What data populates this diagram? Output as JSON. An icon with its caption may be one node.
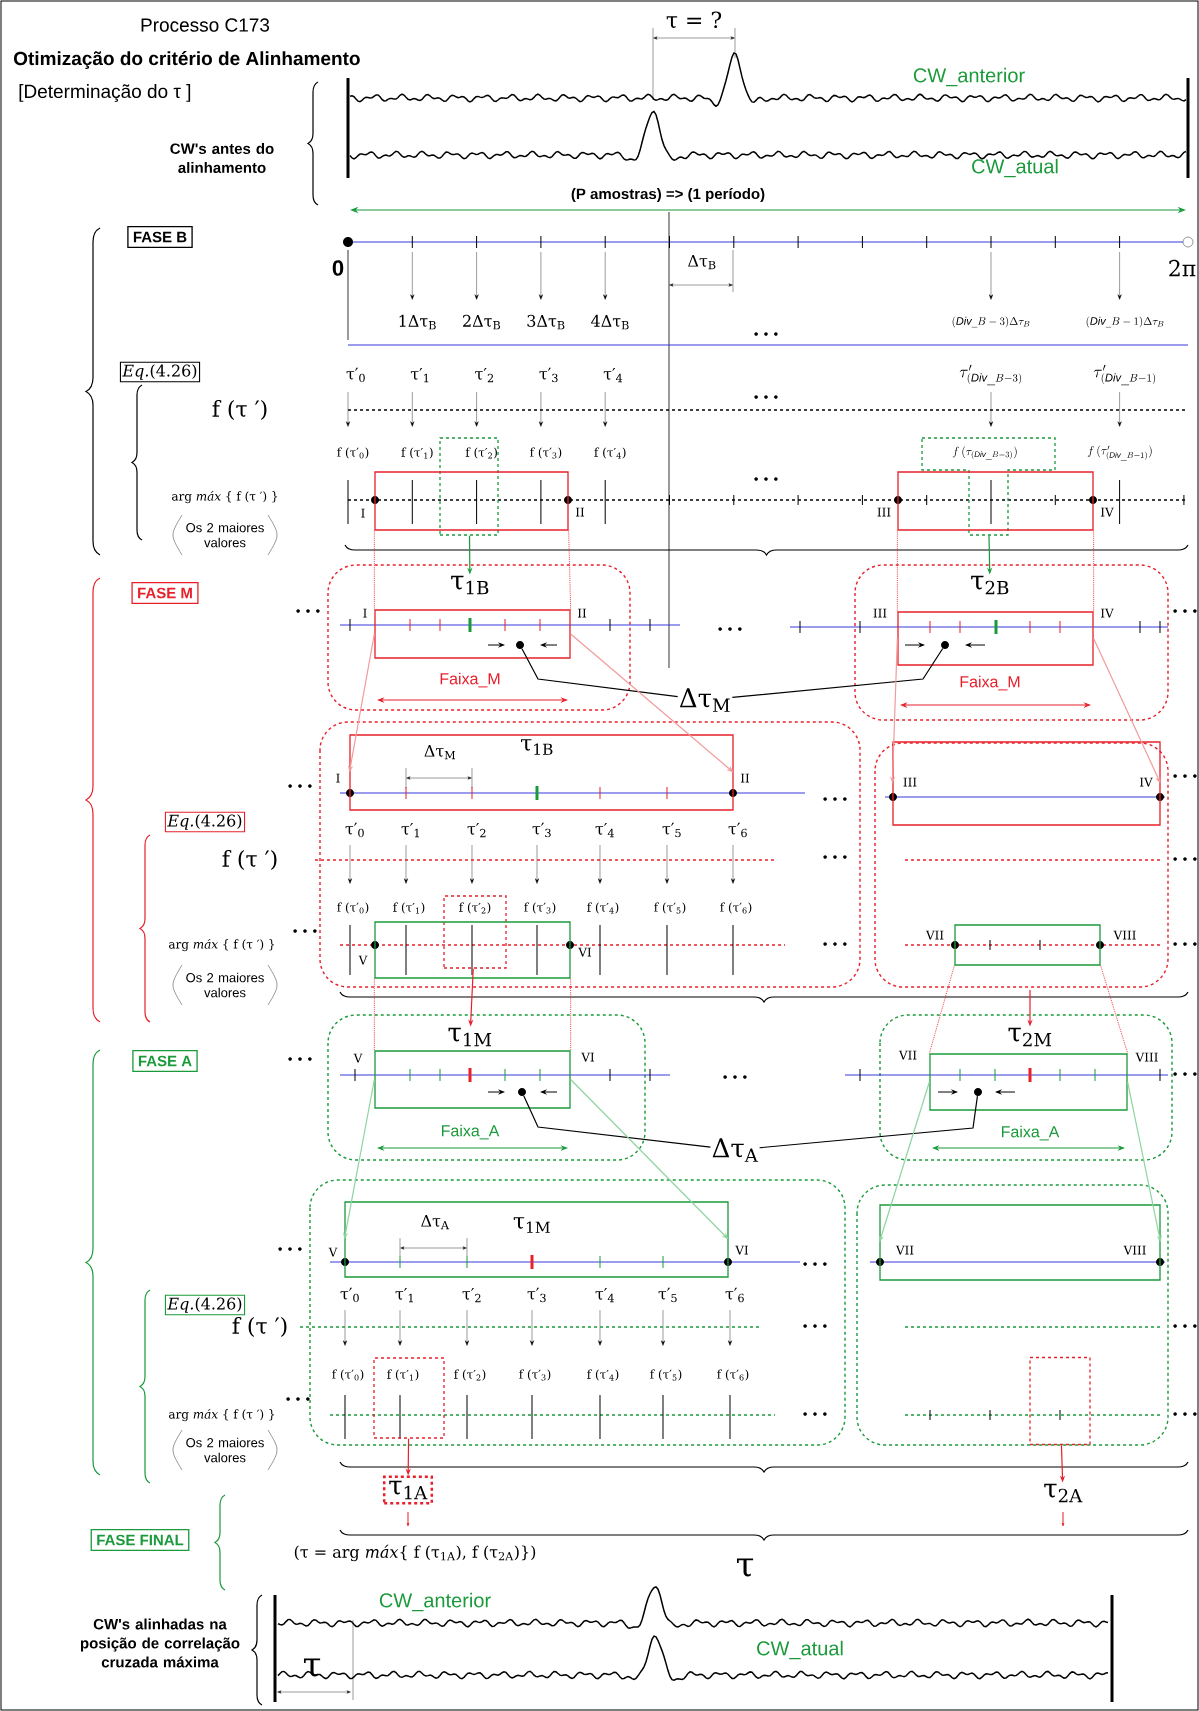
{
  "diagram": {
    "title": "Otimização do critério de Alinhamento",
    "nodes": [
      {
        "text": [
          "FASE B"
        ]
      },
      {
        "text": [
          "*Eq.*(4.26)"
        ]
      },
      {
        "text": [],
        "shape": "box"
      },
      {
        "text": [],
        "shape": "box"
      },
      {
        "text": [
          "τ$_{1B}$"
        ]
      },
      {
        "text": [
          "τ$_{2B}$"
        ]
      },
      {
        "text": [
          "FASE M"
        ]
      },
      {
        "text": [
          "Δτ$_{M}$"
        ]
      },
      {
        "text": [
          "*Eq.*(4.26)"
        ]
      },
      {
        "text": [],
        "shape": "box"
      },
      {
        "text": [
          "τ$_{1M}$"
        ]
      },
      {
        "text": [
          "τ$_{2M}$"
        ]
      },
      {
        "text": [
          "FASE A"
        ]
      },
      {
        "text": [
          "Δτ$_{A}$"
        ]
      },
      {
        "text": [
          "*Eq.*(4.26)"
        ]
      },
      {
        "text": [],
        "shape": "box"
      },
      {
        "text": [],
        "shape": "box"
      },
      {
        "text": [
          "τ$_{1A}$"
        ]
      },
      {
        "text": [
          "τ$_{2A}$"
        ]
      },
      {
        "text": [
          "FASE FINAL"
        ]
      },
      {
        "text": [],
        "shape": "box"
      },
      {
        "text": [],
        "shape": "box"
      },
      {
        "text": [],
        "shape": "box"
      },
      {
        "text": [],
        "shape": "box"
      },
      {
        "text": [],
        "shape": "box"
      },
      {
        "text": [],
        "shape": "box"
      },
      {
        "text": [],
        "shape": "box"
      },
      {
        "text": [],
        "shape": "box"
      },
      {
        "text": [],
        "shape": "box"
      },
      {
        "text": [],
        "shape": "box"
      },
      {
        "text": [],
        "shape": "box"
      },
      {
        "text": [],
        "shape": "box"
      },
      {
        "text": [],
        "shape": "circle",
        "in": 22
      },
      {
        "text": [],
        "shape": "circle",
        "in": 23
      },
      {
        "text": [],
        "shape": "circle",
        "in": 28
      },
      {
        "text": [],
        "shape": "circle",
        "in": 29
      }
    ],
    "edges": [
      {
        "from": 2,
        "to": 4,
        "arrow": "to",
        "color": "#1a9a3a"
      },
      {
        "from": 3,
        "to": 5,
        "arrow": "to",
        "color": "#1a9a3a"
      },
      {
        "from": 7,
        "to": 32,
        "arrow": "none",
        "color": "#000000"
      },
      {
        "from": 7,
        "to": 33,
        "arrow": "none",
        "color": "#000000"
      },
      {
        "from": 9,
        "to": 10,
        "arrow": "to",
        "color": "#e8202a"
      },
      {
        "from": null,
        "to": 11,
        "arrow": "to",
        "color": "#e8202a"
      },
      {
        "from": 13,
        "to": 34,
        "arrow": "none",
        "color": "#000000"
      },
      {
        "from": 13,
        "to": 35,
        "arrow": "none",
        "color": "#000000"
      },
      {
        "from": 15,
        "to": 17,
        "arrow": "to",
        "color": "#e8202a"
      },
      {
        "from": 16,
        "to": 18,
        "arrow": "to",
        "color": "#e8202a"
      },
      {
        "from": 20,
        "to": 22,
        "arrow": "none",
        "style": "dashed",
        "color": "#e8202a"
      },
      {
        "from": 20,
        "to": 22,
        "arrow": "none",
        "style": "dashed",
        "color": "#e8202a"
      },
      {
        "from": 21,
        "to": 23,
        "arrow": "none",
        "style": "dashed",
        "color": "#e8202a"
      },
      {
        "from": 21,
        "to": 23,
        "arrow": "none",
        "style": "dashed",
        "color": "#e8202a"
      },
      {
        "from": 22,
        "to": 24,
        "arrow": "to",
        "color": "#f29a9a"
      },
      {
        "from": 22,
        "to": 24,
        "arrow": "to",
        "color": "#f29a9a"
      },
      {
        "from": 23,
        "to": 25,
        "arrow": "to",
        "color": "#f29a9a"
      },
      {
        "from": 23,
        "to": 25,
        "arrow": "to",
        "color": "#f29a9a"
      },
      {
        "from": 26,
        "to": 28,
        "arrow": "none",
        "style": "dashed",
        "color": "#e8202a"
      },
      {
        "from": 26,
        "to": 28,
        "arrow": "none",
        "style": "dashed",
        "color": "#e8202a"
      },
      {
        "from": 27,
        "to": 29,
        "arrow": "none",
        "style": "dashed",
        "color": "#e8202a"
      },
      {
        "from": 27,
        "to": 29,
        "arrow": "none",
        "style": "dashed",
        "color": "#e8202a"
      },
      {
        "from": 28,
        "to": 30,
        "arrow": "to",
        "color": "#8fd4a0"
      },
      {
        "from": 28,
        "to": 30,
        "arrow": "to",
        "color": "#8fd4a0"
      },
      {
        "from": 29,
        "to": 31,
        "arrow": "to",
        "color": "#8fd4a0"
      },
      {
        "from": 29,
        "to": 31,
        "arrow": "to",
        "color": "#8fd4a0"
      }
    ],
    "labels": [
      "Processo C173",
      "[Determinação do τ ]",
      "τ = ?",
      "CW_anterior",
      "CW's antes do alinhamento",
      "CW_atual",
      "(P amostras) => (1 período)",
      "0",
      "Δτ$_{B}$",
      "2π",
      "1Δτ$_{B}$",
      "2Δτ$_{B}$",
      "3Δτ$_{B}$",
      "4Δτ$_{B}$",
      "• • •",
      "(\\mathit{Div}\\_B-3)\\Delta\\tau_{B}",
      "(\\mathit{Div}\\_B-1)\\Delta\\tau_{B}",
      "τ′$_{0}$",
      "τ′$_{1}$",
      "τ′$_{2}$",
      "τ′$_{3}$",
      "τ′$_{4}$",
      "\\tau'_{(\\mathit{Div}\\_B-3)}",
      "\\tau'_{(\\mathit{Div}\\_B-1)}",
      "• • •",
      "f (τ ′)",
      "f (τ′$_{0}$)",
      "f (τ′$_{1}$)",
      "f (τ′$_{2}$)",
      "f (τ′$_{3}$)",
      "f (τ′$_{4}$)",
      "f\\,(\\tau_{(\\mathit{Div}\\_B-3)})",
      "f\\,(\\tau'_{(\\mathit{Div}\\_B-1)})",
      "• • •",
      "arg *máx* { f (τ ′) }",
      "I",
      "II",
      "III",
      "IV",
      "Os 2 maiores valores",
      "• • •",
      "I",
      "II",
      "Faixa_M",
      "• • •",
      "III",
      "IV",
      "• • •",
      "Faixa_M",
      "• • •",
      "I",
      "Δτ$_{M}$",
      "τ$_{1B}$",
      "II",
      "• • •",
      "III",
      "IV",
      "• • •",
      "τ′$_{0}$",
      "τ′$_{1}$",
      "τ′$_{2}$",
      "τ′$_{3}$",
      "τ′$_{4}$",
      "τ′$_{5}$",
      "τ′$_{6}$",
      "f (τ ′)",
      "• • •",
      "• • •",
      "f (τ′$_{0}$)",
      "f (τ′$_{1}$)",
      "f (τ′$_{2}$)",
      "f (τ′$_{3}$)",
      "f (τ′$_{4}$)",
      "f (τ′$_{5}$)",
      "f (τ′$_{6}$)",
      "arg *máx* { f (τ ′) }",
      "• • •",
      "V",
      "VI",
      "• • •",
      "VII",
      "VIII",
      "• • •",
      "Os 2 maiores valores",
      "• • •",
      "V",
      "VI",
      "• • •",
      "VII",
      "VIII",
      "• • •",
      "Faixa_A",
      "Faixa_A",
      "• • •",
      "V",
      "Δτ$_{A}$",
      "τ$_{1M}$",
      "VI",
      "• • •",
      "VII",
      "VIII",
      "τ′$_{0}$",
      "τ′$_{1}$",
      "τ′$_{2}$",
      "τ′$_{3}$",
      "τ′$_{4}$",
      "τ′$_{5}$",
      "τ′$_{6}$",
      "f (τ ′)",
      "• • •",
      "• • •",
      "f (τ′$_{0}$)",
      "f (τ′$_{1}$)",
      "f (τ′$_{2}$)",
      "f (τ′$_{3}$)",
      "f (τ′$_{4}$)",
      "f (τ′$_{5}$)",
      "f (τ′$_{6}$)",
      "arg *máx* { f (τ ′) }",
      "• • •",
      "• • •",
      "• • •",
      "Os 2 maiores valores",
      "(τ = arg *máx*{ f (τ$_{1A}$), f (τ$_{2A}$)})",
      "τ",
      "CW's alinhadas na posição de correlação cruzada máxima",
      "CW_anterior",
      "CW_atual",
      "τ"
    ]
  }
}
